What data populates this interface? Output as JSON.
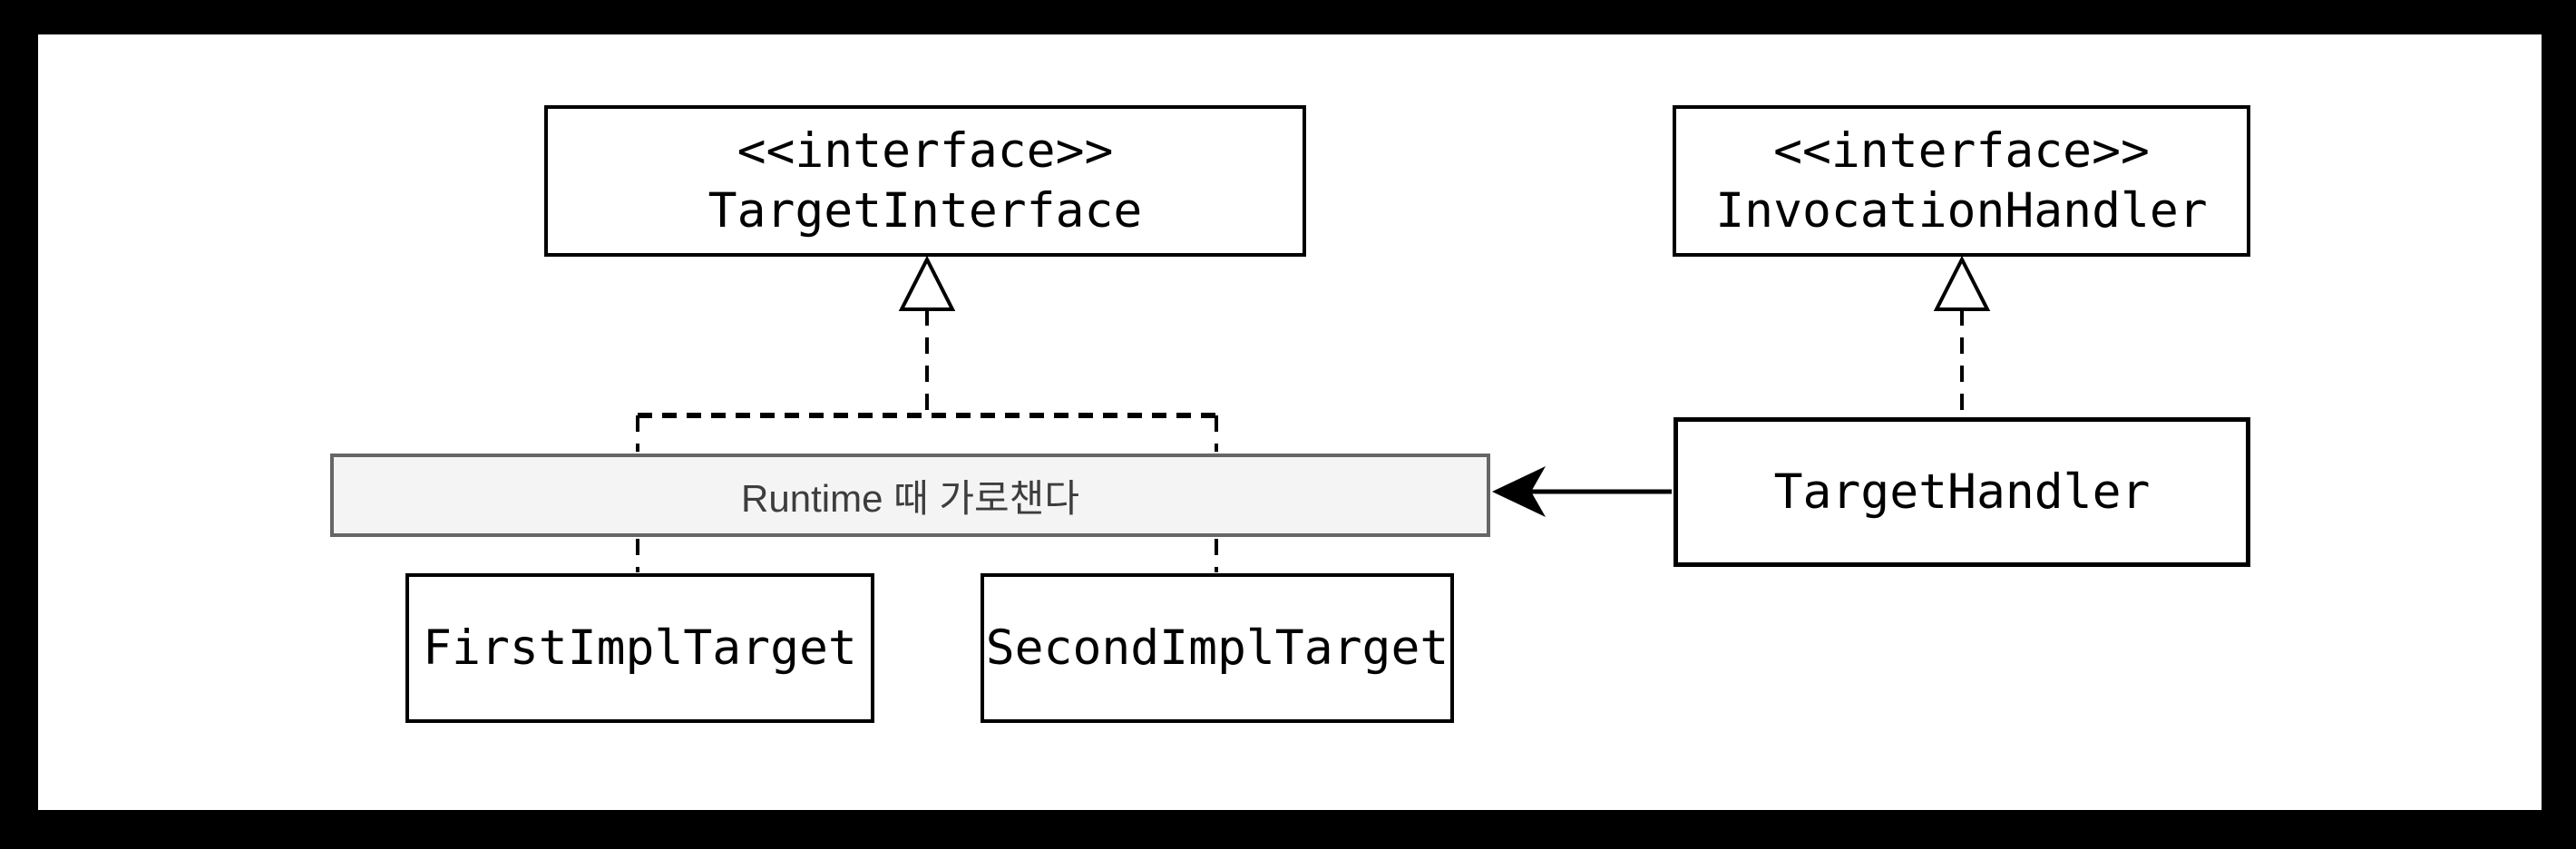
{
  "nodes": {
    "target_interface": {
      "stereotype": "<<interface>>",
      "name": "TargetInterface"
    },
    "invocation_handler": {
      "stereotype": "<<interface>>",
      "name": "InvocationHandler"
    },
    "first_impl_target": {
      "name": "FirstImplTarget"
    },
    "second_impl_target": {
      "name": "SecondImplTarget"
    },
    "target_handler": {
      "name": "TargetHandler"
    }
  },
  "note": {
    "text": "Runtime 때 가로챈다"
  },
  "edges": [
    {
      "from": "FirstImplTarget",
      "to": "TargetInterface",
      "type": "realization",
      "style": "dashed, hollow triangle"
    },
    {
      "from": "SecondImplTarget",
      "to": "TargetInterface",
      "type": "realization",
      "style": "dashed, hollow triangle"
    },
    {
      "from": "TargetHandler",
      "to": "InvocationHandler",
      "type": "realization",
      "style": "dashed, hollow triangle"
    },
    {
      "from": "TargetHandler",
      "to": "Runtime 때 가로챈다",
      "type": "association",
      "style": "solid, filled arrow"
    }
  ],
  "colors": {
    "frame": "#000000",
    "canvas": "#ffffff",
    "box_stroke": "#000000",
    "box_fill": "#ffffff",
    "label_text": "#000000",
    "note_fill": "#f4f4f4",
    "note_stroke": "#666666",
    "note_text": "#3d3d3d"
  }
}
